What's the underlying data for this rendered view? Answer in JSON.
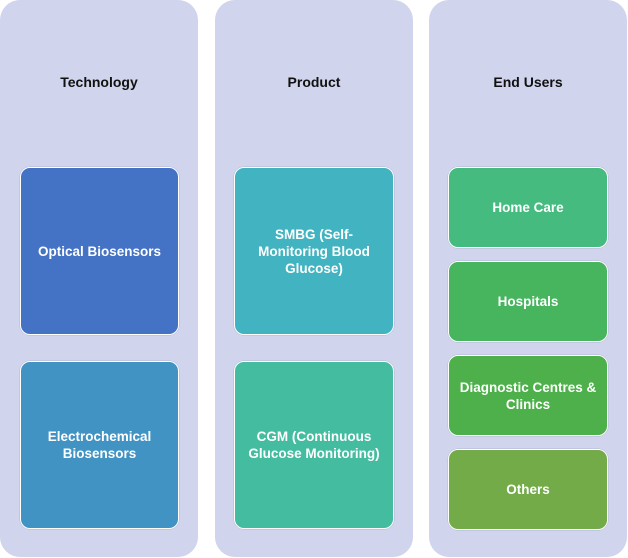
{
  "columns": [
    {
      "header": "Technology",
      "items": [
        {
          "label": "Optical Biosensors",
          "color": "#4472c4"
        },
        {
          "label": "Electrochemical Biosensors",
          "color": "#4193c4"
        }
      ]
    },
    {
      "header": "Product",
      "items": [
        {
          "label": "SMBG (Self-Monitoring Blood Glucose)",
          "color": "#42b3c0"
        },
        {
          "label": "CGM (Continuous Glucose Monitoring)",
          "color": "#44bca0"
        }
      ]
    },
    {
      "header": "End Users",
      "items": [
        {
          "label": "Home Care",
          "color": "#45bb7f"
        },
        {
          "label": "Hospitals",
          "color": "#46b55e"
        },
        {
          "label": "Diagnostic Centres & Clinics",
          "color": "#4db04a"
        },
        {
          "label": "Others",
          "color": "#72ab48"
        }
      ]
    }
  ],
  "colors": {
    "panel": "#d0d4ec",
    "box_border": "#ffffff",
    "text": "#ffffff"
  }
}
